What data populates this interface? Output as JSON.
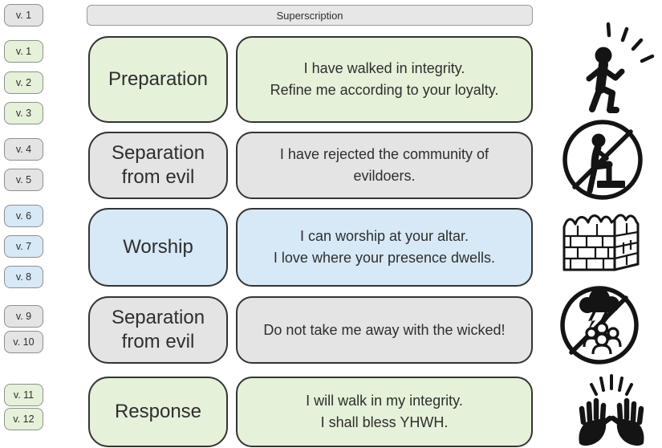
{
  "superscription": {
    "verse_label": "v. 1",
    "title": "Superscription"
  },
  "sections": [
    {
      "label": "Preparation",
      "quote": "I have walked in integrity.\nRefine me according to your loyalty.",
      "verses": [
        "v. 1",
        "v. 2",
        "v. 3"
      ],
      "color": "#e5f1d9",
      "icon": "walking-person-with-light-rays"
    },
    {
      "label": "Separation from evil",
      "quote": "I have rejected the community of evildoers.",
      "verses": [
        "v. 4",
        "v. 5"
      ],
      "color": "#e4e4e4",
      "icon": "no-sitting-with-evildoers-prohibition"
    },
    {
      "label": "Worship",
      "quote": "I can worship at your altar.\nI love where your presence dwells.",
      "verses": [
        "v. 6",
        "v. 7",
        "v. 8"
      ],
      "color": "#d7e9f7",
      "icon": "stone-brick-altar"
    },
    {
      "label": "Separation from evil",
      "quote": "Do not take me away with the wicked!",
      "verses": [
        "v. 9",
        "v. 10"
      ],
      "color": "#e4e4e4",
      "icon": "no-storm-over-crowd-prohibition"
    },
    {
      "label": "Response",
      "quote": "I will walk in my integrity.\nI shall bless YHWH.",
      "verses": [
        "v. 11",
        "v. 12"
      ],
      "color": "#e5f1d9",
      "icon": "raised-praising-hands-with-rays"
    }
  ],
  "colors": {
    "green": "#e5f1d9",
    "gray": "#e4e4e4",
    "blue": "#d7e9f7",
    "box_border": "#343434",
    "badge_border": "#8f8f8f",
    "text": "#2e2e2e",
    "background": "#ffffff"
  }
}
